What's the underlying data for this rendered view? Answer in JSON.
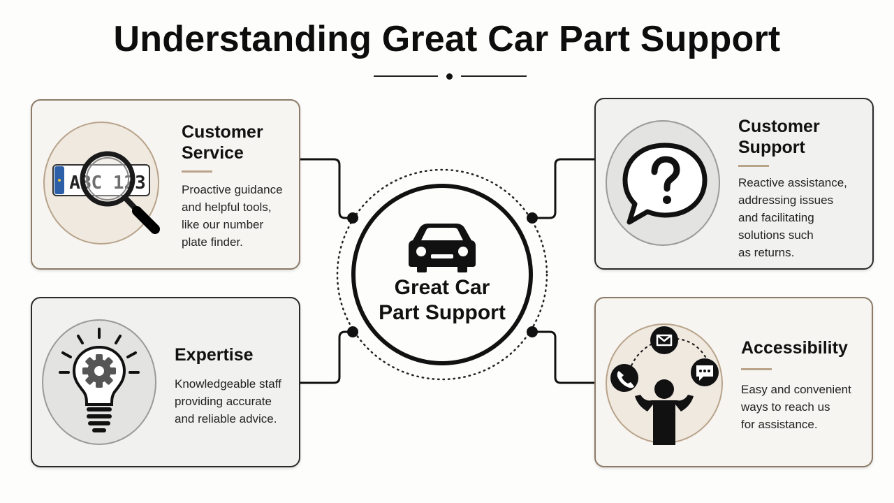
{
  "title": "Understanding Great Car Part Support",
  "hub": {
    "line1": "Great Car",
    "line2": "Part Support"
  },
  "cards": {
    "customer_service": {
      "title_line1": "Customer",
      "title_line2": "Service",
      "desc": [
        "Proactive guidance",
        "and helpful tools,",
        "like our number",
        "plate finder."
      ],
      "plate_text": "ABC 123"
    },
    "customer_support": {
      "title_line1": "Customer",
      "title_line2": "Support",
      "desc": [
        "Reactive assistance,",
        "addressing issues",
        "and facilitating",
        "solutions such",
        "as returns."
      ]
    },
    "expertise": {
      "title": "Expertise",
      "desc": [
        "Knowledgeable staff",
        "providing accurate",
        "and reliable advice."
      ]
    },
    "accessibility": {
      "title": "Accessibility",
      "desc": [
        "Easy and convenient",
        "ways to reach us",
        "for assistance."
      ]
    }
  },
  "icons": {
    "customer_service": "magnifier-number-plate-icon",
    "customer_support": "question-speech-bubble-icon",
    "expertise": "lightbulb-gear-icon",
    "accessibility": "person-contact-channels-icon",
    "hub": "car-icon"
  },
  "colors": {
    "accent": "#b9a48a",
    "ink": "#111111",
    "warm_card": "#f7f5f1",
    "cool_card": "#f1f1f0"
  }
}
